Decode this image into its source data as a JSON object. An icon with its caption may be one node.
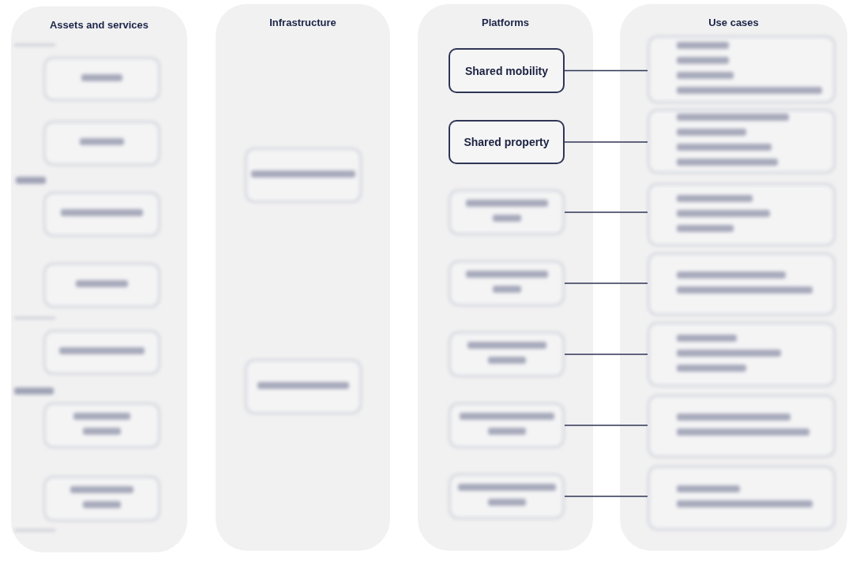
{
  "diagram": {
    "nodes": [
      {
        "text": [
          "Assets and services"
        ]
      },
      {
        "text": [],
        "shape": "box",
        "in": 0
      },
      {
        "text": [],
        "shape": "box",
        "in": 0
      },
      {
        "text": [],
        "shape": "box",
        "in": 0
      },
      {
        "text": [],
        "shape": "box",
        "in": 0
      },
      {
        "text": [],
        "shape": "box",
        "in": 0
      },
      {
        "text": [],
        "shape": "box",
        "in": 0
      },
      {
        "text": [],
        "shape": "box",
        "in": 0
      },
      {
        "text": [
          "Infrastructure"
        ]
      },
      {
        "text": [],
        "shape": "box",
        "in": 8
      },
      {
        "text": [],
        "shape": "box",
        "in": 8
      },
      {
        "text": [
          "Platforms"
        ]
      },
      {
        "text": [
          "Shared mobility"
        ],
        "in": 11
      },
      {
        "text": [
          "Shared property"
        ],
        "in": 11
      },
      {
        "text": [],
        "shape": "box",
        "in": 11
      },
      {
        "text": [],
        "shape": "box",
        "in": 11
      },
      {
        "text": [],
        "shape": "box",
        "in": 11
      },
      {
        "text": [],
        "shape": "box",
        "in": 11
      },
      {
        "text": [],
        "shape": "box",
        "in": 11
      },
      {
        "text": [
          "Use cases"
        ]
      },
      {
        "text": [],
        "shape": "box",
        "in": 19
      },
      {
        "text": [],
        "shape": "box",
        "in": 19
      },
      {
        "text": [],
        "shape": "box",
        "in": 19
      },
      {
        "text": [],
        "shape": "box",
        "in": 19
      },
      {
        "text": [],
        "shape": "box",
        "in": 19
      },
      {
        "text": [],
        "shape": "box",
        "in": 19
      },
      {
        "text": [],
        "shape": "box",
        "in": 19
      }
    ],
    "edges": [
      {
        "from": 12,
        "to": 20,
        "arrow": "none"
      },
      {
        "from": 13,
        "to": 21,
        "arrow": "none"
      },
      {
        "from": 14,
        "to": 22,
        "arrow": "none"
      },
      {
        "from": 15,
        "to": 23,
        "arrow": "none"
      },
      {
        "from": 16,
        "to": 24,
        "arrow": "none"
      },
      {
        "from": 17,
        "to": 25,
        "arrow": "none"
      },
      {
        "from": 18,
        "to": 26,
        "arrow": "none"
      }
    ]
  }
}
